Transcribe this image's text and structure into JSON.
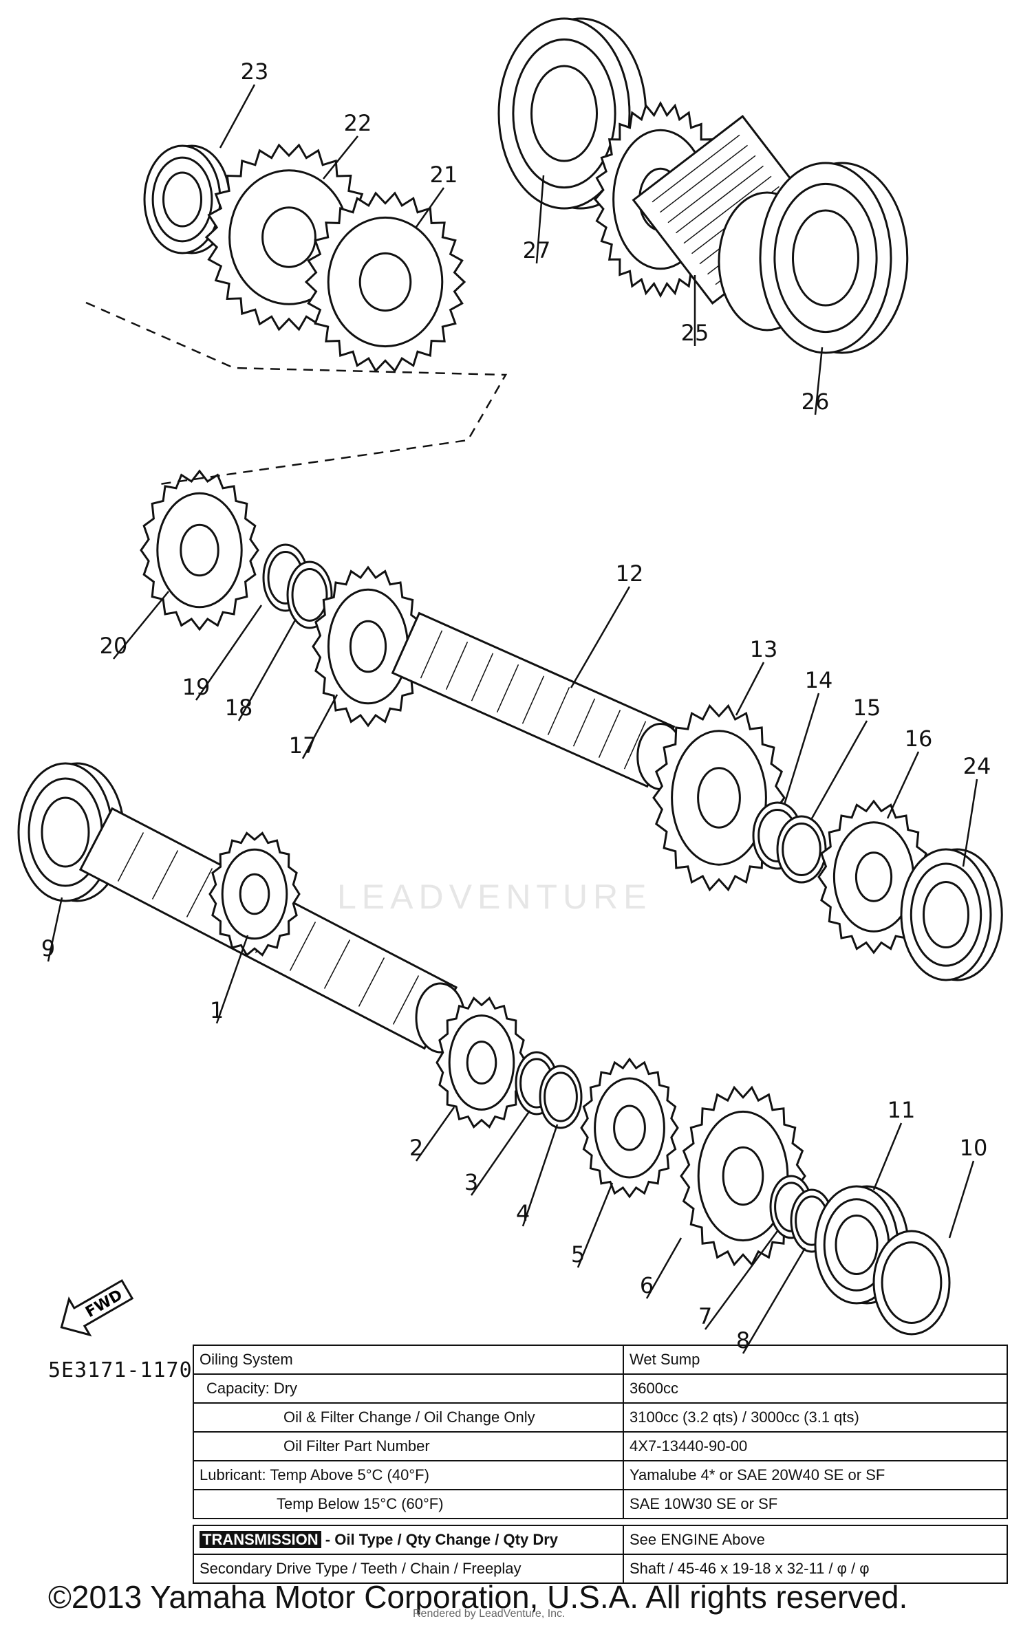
{
  "callouts": {
    "p1": "1",
    "p2": "2",
    "p3": "3",
    "p4": "4",
    "p5": "5",
    "p6": "6",
    "p7": "7",
    "p8": "8",
    "p9": "9",
    "p10": "10",
    "p11": "11",
    "p12": "12",
    "p13": "13",
    "p14": "14",
    "p15": "15",
    "p16": "16",
    "p17": "17",
    "p18": "18",
    "p19": "19",
    "p20": "20",
    "p21": "21",
    "p22": "22",
    "p23": "23",
    "p24": "24",
    "p25": "25",
    "p26": "26",
    "p27": "27"
  },
  "fwd_label": "FWD",
  "diagram_code": "5E3171-1170",
  "specs": {
    "rows": [
      {
        "label": "Oiling System",
        "value": "Wet Sump"
      },
      {
        "label": "Capacity: Dry",
        "value": "3600cc"
      },
      {
        "label": "Oil & Filter Change / Oil Change Only",
        "value": "3100cc (3.2 qts) / 3000cc (3.1 qts)"
      },
      {
        "label": "Oil Filter Part Number",
        "value": "4X7-13440-90-00"
      },
      {
        "label": "Lubricant: Temp Above 5°C (40°F)",
        "value": "Yamalube 4* or SAE 20W40 SE or SF"
      },
      {
        "label": "Temp Below 15°C (60°F)",
        "value": "SAE 10W30 SE or SF"
      }
    ],
    "transmission": {
      "label_head": "TRANSMISSION",
      "label_rest": " - Oil Type / Qty Change / Qty Dry",
      "value": "See ENGINE Above"
    },
    "secondary": {
      "label": "Secondary Drive Type / Teeth / Chain / Freeplay",
      "value": "Shaft / 45-46 x 19-18 x 32-11 / φ / φ"
    }
  },
  "watermark": "LEADVENTURE",
  "copyright": "©2013 Yamaha Motor Corporation, U.S.A. All rights reserved.",
  "distributed": "Rendered by LeadVenture, Inc."
}
